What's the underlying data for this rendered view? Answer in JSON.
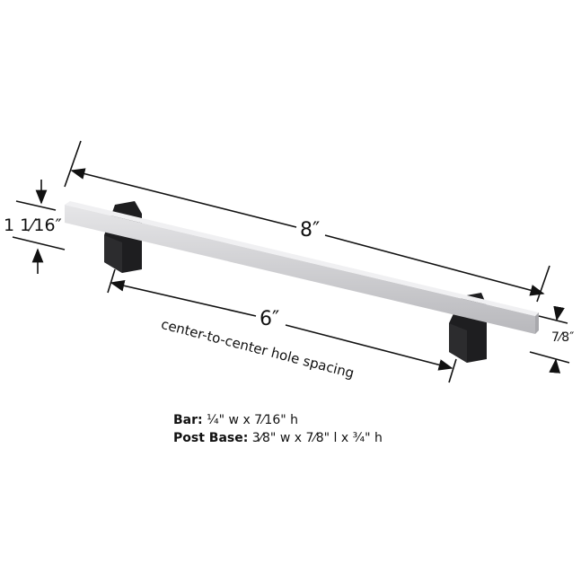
{
  "dimensions": {
    "overall_length": "8″",
    "center_to_center": "6″",
    "center_to_center_caption": "center-to-center hole spacing",
    "height": "1 1⁄16″",
    "projection": "7⁄8″"
  },
  "specs": [
    {
      "label": "Bar:",
      "value": "¼\" w x 7⁄16\" h"
    },
    {
      "label": "Post Base:",
      "value": "3⁄8\" w x 7⁄8\" l x ¾\" h"
    }
  ],
  "colors": {
    "bar": "#d4d4d6",
    "post": "#1c1c1e",
    "line": "#111111"
  }
}
